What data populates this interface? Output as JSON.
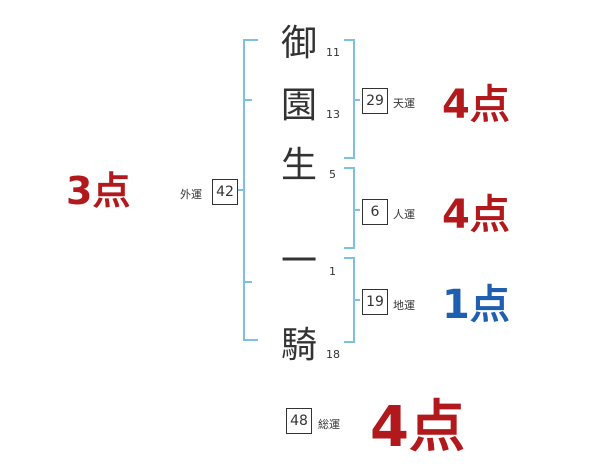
{
  "name_chars": [
    {
      "char": "御",
      "strokes": "11"
    },
    {
      "char": "園",
      "strokes": "13"
    },
    {
      "char": "生",
      "strokes": "5"
    },
    {
      "char": "一",
      "strokes": "1"
    },
    {
      "char": "騎",
      "strokes": "18"
    }
  ],
  "fortunes": {
    "gaiun": {
      "label": "外運",
      "value": "42",
      "score": "3点"
    },
    "tenun": {
      "label": "天運",
      "value": "29",
      "score": "4点"
    },
    "jinun": {
      "label": "人運",
      "value": "6",
      "score": "4点"
    },
    "chiun": {
      "label": "地運",
      "value": "19",
      "score": "1点"
    },
    "souun": {
      "label": "総運",
      "value": "48",
      "score": "4点"
    }
  },
  "colors": {
    "bracket": "#7fbfe0",
    "score_good": "#b2191c",
    "score_bad": "#1f5faf"
  }
}
